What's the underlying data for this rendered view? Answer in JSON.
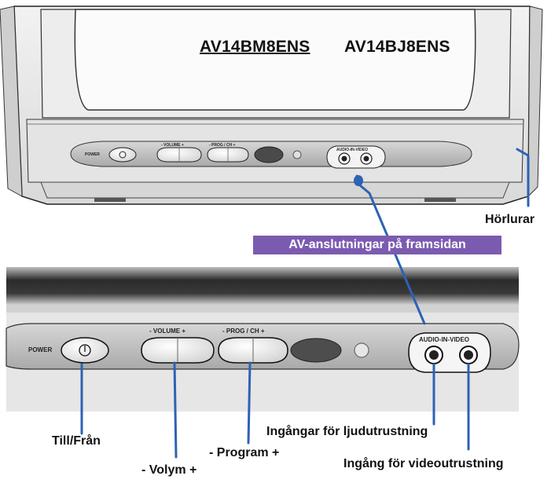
{
  "models": {
    "model_1": "AV14BM8ENS",
    "model_2": "AV14BJ8ENS"
  },
  "tv_panel": {
    "power_label": "POWER",
    "volume_label": "- VOLUME +",
    "prog_label": "- PROG / CH +",
    "av_label": "AUDIO-IN-VIDEO"
  },
  "callouts": {
    "headphones": "Hörlurar",
    "front_av": "AV-anslutningar på framsidan",
    "power": "Till/Från",
    "volume": "- Volym +",
    "program": "- Program +",
    "audio_inputs": "Ingångar för ljudutrustning",
    "video_input": "Ingång för videoutrustning"
  },
  "colors": {
    "leader_line": "#2d62b4",
    "banner": "#7b5bb0",
    "tv_body": "#e8e8e8"
  }
}
